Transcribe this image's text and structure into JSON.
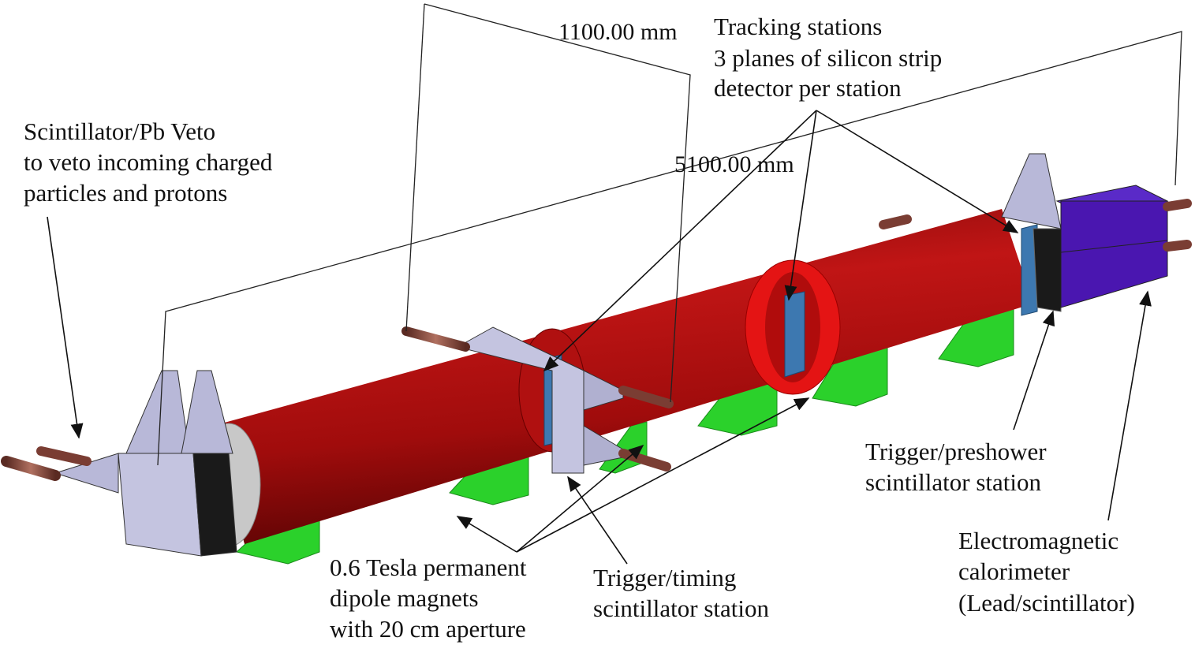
{
  "dimensions": {
    "short": "1100.00 mm",
    "long": "5100.00 mm"
  },
  "labels": {
    "tracking": [
      "Tracking stations",
      "3 planes of silicon strip",
      "detector per station"
    ],
    "veto": [
      "Scintillator/Pb Veto",
      "to veto incoming charged",
      "particles and protons"
    ],
    "preshower": [
      "Trigger/preshower",
      "scintillator station"
    ],
    "calorimeter": [
      "Electromagnetic",
      "calorimeter",
      "(Lead/scintillator)"
    ],
    "magnets": [
      "0.6 Tesla permanent",
      "dipole magnets",
      "with 20 cm aperture"
    ],
    "timing": [
      "Trigger/timing",
      "scintillator station"
    ]
  },
  "colors": {
    "magnet": "#b00d0d",
    "magnet_ring": "#e01010",
    "support": "#2fd42f",
    "calorimeter": "#4a16b0",
    "scintillator": "#b8b8d8",
    "tracker": "#3d78b0",
    "pmt": "#8a4a40"
  }
}
